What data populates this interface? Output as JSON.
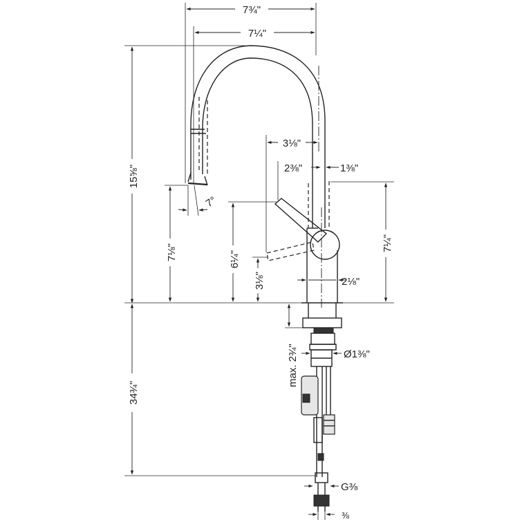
{
  "dimensions": {
    "overall_width": "7¾\"",
    "spout_reach": "7¼\"",
    "overall_height": "15⅝\"",
    "lever_reach": "3⅛\"",
    "lever_offset": "2⅜\"",
    "handle_offset": "1⅜\"",
    "spout_height": "7⅛\"",
    "lever_height": "6¼\"",
    "body_height": "7¼\"",
    "lever_tip_height": "3⅛\"",
    "base_diameter": "2⅛\"",
    "spray_angle": "7°",
    "max_deck_thickness": "max. 2¾\"",
    "shank_diameter": "Ø1⅜\"",
    "hose_length": "34¾\"",
    "connection_thread": "G⅜",
    "connection_size": "⅜"
  }
}
